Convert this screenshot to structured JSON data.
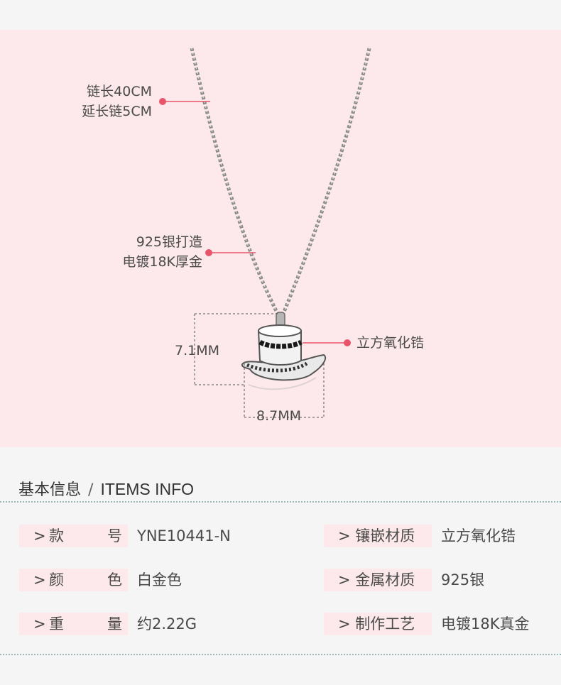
{
  "callouts": {
    "chain": [
      "链长40CM",
      "延长链5CM"
    ],
    "material": [
      "925银打造",
      "电镀18K厚金"
    ],
    "stone": "立方氧化锆"
  },
  "dimensions": {
    "height": "7.1MM",
    "width": "8.7MM"
  },
  "section": {
    "title_cn": "基本信息",
    "slash": "/",
    "title_en": "ITEMS INFO"
  },
  "specs": {
    "left": [
      {
        "prefix": ">",
        "k1": "款",
        "k2": "号",
        "value": "YNE10441-N"
      },
      {
        "prefix": ">",
        "k1": "颜",
        "k2": "色",
        "value": "白金色"
      },
      {
        "prefix": ">",
        "k1": "重",
        "k2": "量",
        "value": "约2.22G"
      }
    ],
    "right": [
      {
        "label": "> 镶嵌材质",
        "value": "立方氧化锆"
      },
      {
        "label": "> 金属材质",
        "value": "925银"
      },
      {
        "label": "> 制作工艺",
        "value": "电镀18K真金"
      }
    ]
  },
  "colors": {
    "hero_bg": "#fde9eb",
    "accent_dot": "#e8546a",
    "dotline": "#9fb7b7",
    "page_bg": "#f6f5f5"
  }
}
